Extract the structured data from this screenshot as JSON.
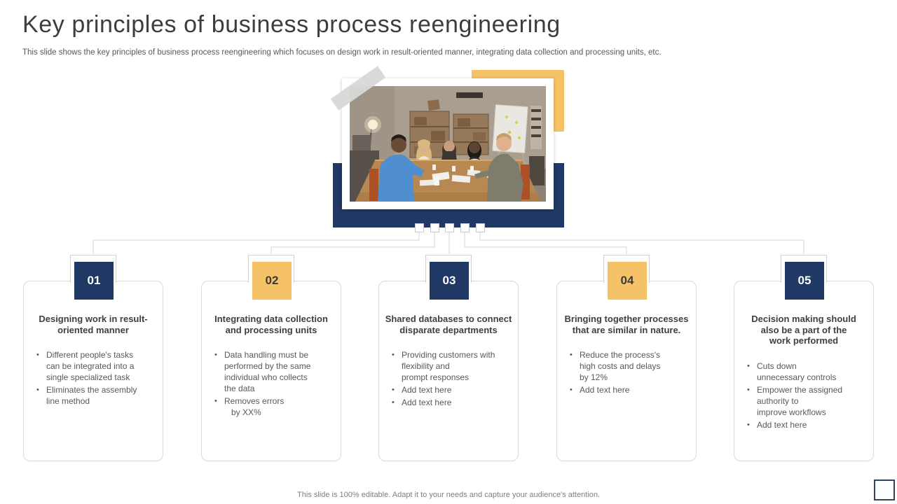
{
  "slide": {
    "title": "Key principles of business process reengineering",
    "subtitle": "This slide shows the key principles of business process reengineering which focuses on design work in result-oriented manner, integrating data collection and processing units, etc.",
    "footer": "This slide is 100% editable. Adapt it to your needs and capture your audience's attention."
  },
  "colors": {
    "navy": "#1f3864",
    "yellow": "#f6c267",
    "connector_line": "#d6d6d6",
    "card_border": "#d9d9d9",
    "heading_text": "#3f3f3f",
    "body_text": "#595959"
  },
  "cards": [
    {
      "number": "01",
      "accent": "navy",
      "title": "Designing work in result-\noriented manner",
      "bullets": [
        "Different people's tasks\ncan be integrated into a\nsingle specialized task",
        "Eliminates the assembly\nline method"
      ]
    },
    {
      "number": "02",
      "accent": "yellow",
      "title": "Integrating data collection\nand processing units",
      "bullets": [
        "Data handling must be\nperformed by the same\nindividual who collects\nthe data",
        "Removes errors\n   by XX%"
      ]
    },
    {
      "number": "03",
      "accent": "navy",
      "title": "Shared databases to connect\ndisparate departments",
      "bullets": [
        "Providing customers with\nflexibility and\nprompt responses",
        "Add text here",
        "Add text here"
      ]
    },
    {
      "number": "04",
      "accent": "yellow",
      "title": "Bringing together processes\nthat are similar in nature.",
      "bullets": [
        "Reduce the process's\nhigh costs and delays\nby 12%",
        "Add text here"
      ]
    },
    {
      "number": "05",
      "accent": "navy",
      "title": "Decision making should\nalso be a part of the\nwork performed",
      "bullets": [
        "Cuts down\nunnecessary controls",
        "Empower the assigned\nauthority to\nimprove workflows",
        "Add text here"
      ]
    }
  ]
}
